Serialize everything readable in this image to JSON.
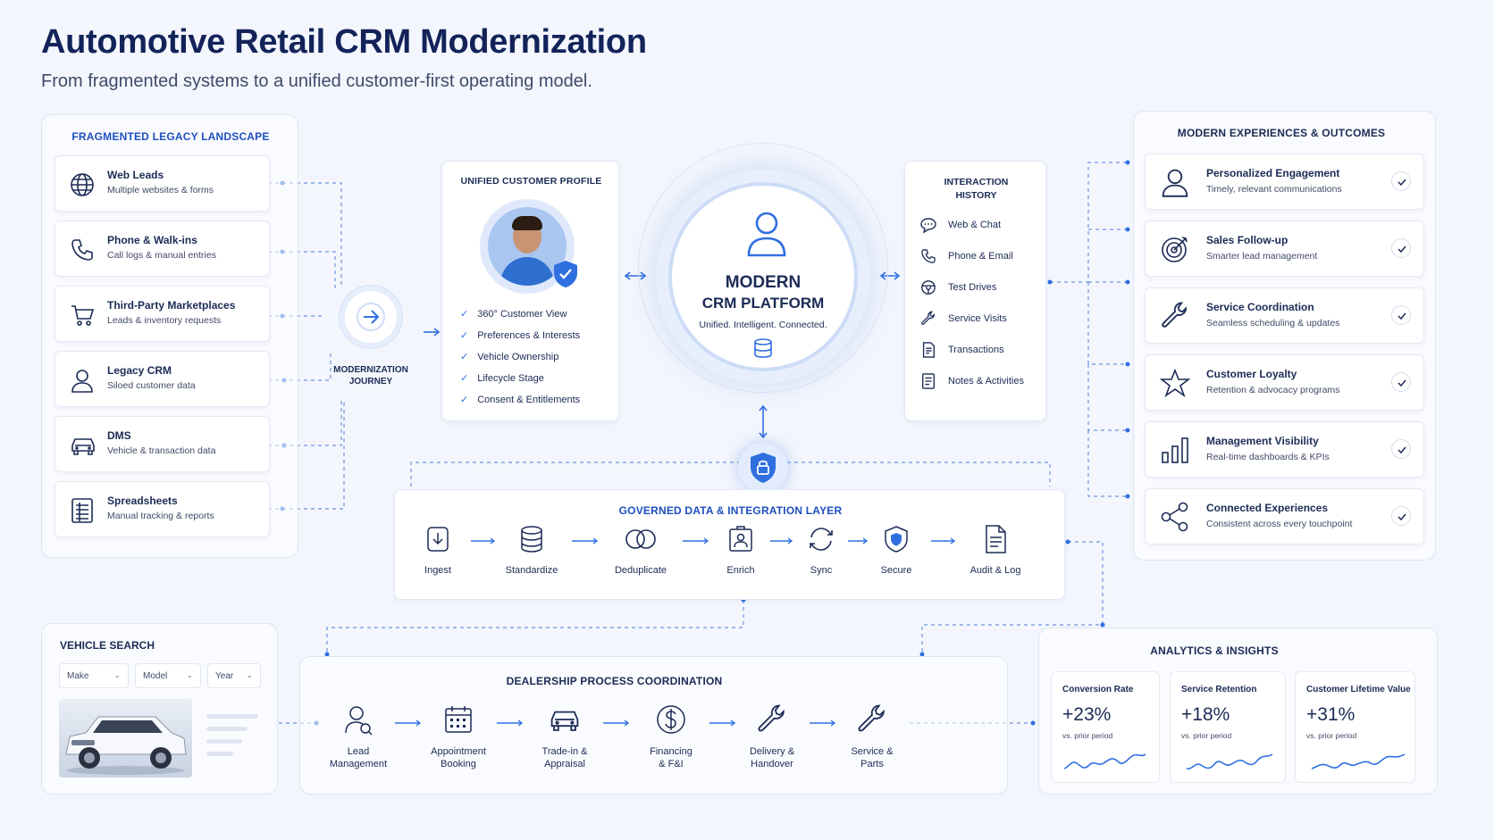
{
  "header": {
    "title": "Automotive Retail CRM Modernization",
    "subtitle": "From fragmented systems to a unified customer-first operating model."
  },
  "legacy": {
    "title": "FRAGMENTED LEGACY LANDSCAPE",
    "items": [
      {
        "title": "Web Leads",
        "sub": "Multiple websites & forms",
        "icon": "globe-icon"
      },
      {
        "title": "Phone  & Walk-ins",
        "sub": "Call logs & manual entries",
        "icon": "phone-icon"
      },
      {
        "title": "Third-Party Marketplaces",
        "sub": "Leads & inventory requests",
        "icon": "cart-icon"
      },
      {
        "title": "Legacy CRM",
        "sub": "Siloed customer data",
        "icon": "user-icon"
      },
      {
        "title": "DMS",
        "sub": "Vehicle & transaction data",
        "icon": "car-icon"
      },
      {
        "title": "Spreadsheets",
        "sub": "Manual tracking & reports",
        "icon": "spreadsheet-icon"
      }
    ]
  },
  "journey": {
    "label_line1": "MODERNIZATION",
    "label_line2": "JOURNEY"
  },
  "profile": {
    "title": "UNIFIED CUSTOMER PROFILE",
    "items": [
      "360° Customer View",
      "Preferences & Interests",
      "Vehicle Ownership",
      "Lifecycle Stage",
      "Consent & Entitlements"
    ]
  },
  "platform": {
    "line1": "MODERN",
    "line2": "CRM PLATFORM",
    "tagline": "Unified. Intelligent. Connected."
  },
  "interaction": {
    "title_line1": "INTERACTION",
    "title_line2": "HISTORY",
    "items": [
      {
        "label": "Web & Chat",
        "icon": "chat-icon"
      },
      {
        "label": "Phone & Email",
        "icon": "phone-icon"
      },
      {
        "label": "Test Drives",
        "icon": "steering-wheel-icon"
      },
      {
        "label": "Service Visits",
        "icon": "wrench-icon"
      },
      {
        "label": "Transactions",
        "icon": "receipt-icon"
      },
      {
        "label": "Notes & Activities",
        "icon": "notes-icon"
      }
    ]
  },
  "outcomes": {
    "title": "MODERN EXPERIENCES & OUTCOMES",
    "items": [
      {
        "title": "Personalized Engagement",
        "sub": "Timely, relevant communications",
        "icon": "user-icon"
      },
      {
        "title": "Sales Follow-up",
        "sub": "Smarter lead management",
        "icon": "target-icon"
      },
      {
        "title": "Service Coordination",
        "sub": "Seamless scheduling & updates",
        "icon": "wrench-icon"
      },
      {
        "title": "Customer Loyalty",
        "sub": "Retention & advocacy programs",
        "icon": "star-icon"
      },
      {
        "title": "Management Visibility",
        "sub": "Real-time dashboards & KPIs",
        "icon": "bar-chart-icon"
      },
      {
        "title": "Connected Experiences",
        "sub": "Consistent across every touchpoint",
        "icon": "share-icon"
      }
    ]
  },
  "governed": {
    "title": "GOVERNED DATA & INTEGRATION LAYER",
    "steps": [
      {
        "label": "Ingest",
        "icon": "ingest-icon"
      },
      {
        "label": "Standardize",
        "icon": "database-icon"
      },
      {
        "label": "Deduplicate",
        "icon": "deduplicate-icon"
      },
      {
        "label": "Enrich",
        "icon": "enrich-icon"
      },
      {
        "label": "Sync",
        "icon": "sync-icon"
      },
      {
        "label": "Secure",
        "icon": "shield-icon"
      },
      {
        "label": "Audit & Log",
        "icon": "document-icon"
      }
    ]
  },
  "vehicle_search": {
    "title": "VEHICLE SEARCH",
    "make": "Make",
    "model": "Model",
    "year": "Year"
  },
  "process": {
    "title": "DEALERSHIP  PROCESS COORDINATION",
    "steps": [
      {
        "line1": "Lead",
        "line2": "Management",
        "icon": "lead-icon"
      },
      {
        "line1": "Appointment",
        "line2": "Booking",
        "icon": "calendar-icon"
      },
      {
        "line1": "Trade-in &",
        "line2": "Appraisal",
        "icon": "car-icon"
      },
      {
        "line1": "Financing",
        "line2": "& F&I",
        "icon": "dollar-icon"
      },
      {
        "line1": "Delivery &",
        "line2": "Handover",
        "icon": "wrench-icon"
      },
      {
        "line1": "Service &",
        "line2": "Parts",
        "icon": "wrench-icon"
      }
    ]
  },
  "analytics": {
    "title": "ANALYTICS &  INSIGHTS",
    "kpis": [
      {
        "label": "Conversion Rate",
        "value": "+23%",
        "note": "vs. prior period"
      },
      {
        "label": "Service Retention",
        "value": "+18%",
        "note": "vs. prior period"
      },
      {
        "label": "Customer Lifetime Value",
        "value": "+31%",
        "note": "vs. prior period"
      }
    ]
  },
  "colors": {
    "accent": "#2f6fe0",
    "navy": "#13235a",
    "bg": "#f3f6fc"
  }
}
